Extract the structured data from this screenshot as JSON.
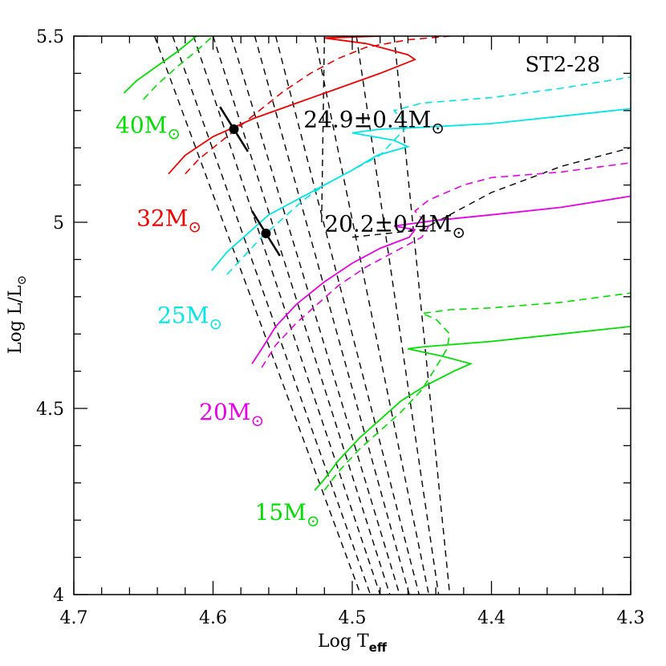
{
  "chart_data": {
    "type": "line",
    "title": "ST2-28",
    "xlabel": "Log T",
    "xlabel_sub": "eff",
    "ylabel": "Log L/L",
    "ylabel_sub": "⊙",
    "xlim": [
      4.7,
      4.3
    ],
    "ylim": [
      4.0,
      5.5
    ],
    "x_ticks": [
      "4.7",
      "4.6",
      "4.5",
      "4.4",
      "4.3"
    ],
    "y_ticks": [
      "4",
      "4.5",
      "5",
      "5.5"
    ],
    "x_tick_values": [
      4.7,
      4.6,
      4.5,
      4.4,
      4.3
    ],
    "y_tick_values": [
      4.0,
      4.5,
      5.0,
      5.5
    ],
    "grid": false,
    "series": [
      {
        "name": "40M⊙",
        "color": "#00dd00",
        "label_text": "40M",
        "label_sym": "⊙",
        "solid": [
          [
            4.664,
            5.347
          ],
          [
            4.655,
            5.38
          ],
          [
            4.64,
            5.42
          ],
          [
            4.625,
            5.46
          ],
          [
            4.612,
            5.5
          ]
        ],
        "dashed": [
          [
            4.65,
            5.33
          ],
          [
            4.64,
            5.37
          ],
          [
            4.625,
            5.42
          ],
          [
            4.612,
            5.46
          ],
          [
            4.6,
            5.5
          ]
        ]
      },
      {
        "name": "32M⊙",
        "color": "#ee0000",
        "label_text": "32M",
        "label_sym": "⊙",
        "solid": [
          [
            4.632,
            5.13
          ],
          [
            4.62,
            5.18
          ],
          [
            4.6,
            5.23
          ],
          [
            4.57,
            5.28
          ],
          [
            4.54,
            5.32
          ],
          [
            4.51,
            5.36
          ],
          [
            4.48,
            5.4
          ],
          [
            4.455,
            5.437
          ],
          [
            4.46,
            5.45
          ],
          [
            4.49,
            5.48
          ],
          [
            4.52,
            5.495
          ],
          [
            4.48,
            5.5
          ]
        ],
        "dashed": [
          [
            4.62,
            5.13
          ],
          [
            4.61,
            5.17
          ],
          [
            4.59,
            5.23
          ],
          [
            4.57,
            5.29
          ],
          [
            4.55,
            5.35
          ],
          [
            4.53,
            5.4
          ],
          [
            4.51,
            5.44
          ],
          [
            4.49,
            5.47
          ],
          [
            4.46,
            5.49
          ],
          [
            4.43,
            5.5
          ]
        ]
      },
      {
        "name": "25M⊙",
        "color": "#00e5e5",
        "label_text": "25M",
        "label_sym": "⊙",
        "solid": [
          [
            4.601,
            4.87
          ],
          [
            4.59,
            4.92
          ],
          [
            4.575,
            4.97
          ],
          [
            4.56,
            5.02
          ],
          [
            4.54,
            5.06
          ],
          [
            4.52,
            5.1
          ],
          [
            4.5,
            5.14
          ],
          [
            4.482,
            5.18
          ],
          [
            4.46,
            5.203
          ],
          [
            4.47,
            5.22
          ],
          [
            4.5,
            5.24
          ],
          [
            4.48,
            5.25
          ],
          [
            4.45,
            5.255
          ],
          [
            4.4,
            5.265
          ],
          [
            4.35,
            5.285
          ],
          [
            4.3,
            5.305
          ]
        ],
        "dashed": [
          [
            4.59,
            4.86
          ],
          [
            4.58,
            4.9
          ],
          [
            4.565,
            4.96
          ],
          [
            4.55,
            5.01
          ],
          [
            4.535,
            5.06
          ],
          [
            4.52,
            5.1
          ],
          [
            4.5,
            5.14
          ],
          [
            4.48,
            5.18
          ],
          [
            4.47,
            5.22
          ],
          [
            4.46,
            5.26
          ],
          [
            4.47,
            5.3
          ],
          [
            4.45,
            5.32
          ],
          [
            4.4,
            5.335
          ],
          [
            4.35,
            5.36
          ],
          [
            4.3,
            5.39
          ]
        ]
      },
      {
        "name": "20M⊙",
        "color": "#e600e6",
        "label_text": "20M",
        "label_sym": "⊙",
        "solid": [
          [
            4.572,
            4.62
          ],
          [
            4.565,
            4.66
          ],
          [
            4.555,
            4.72
          ],
          [
            4.54,
            4.78
          ],
          [
            4.52,
            4.84
          ],
          [
            4.5,
            4.89
          ],
          [
            4.48,
            4.93
          ],
          [
            4.459,
            4.96
          ],
          [
            4.455,
            4.98
          ],
          [
            4.47,
            4.99
          ],
          [
            4.44,
            5.005
          ],
          [
            4.4,
            5.02
          ],
          [
            4.35,
            5.04
          ],
          [
            4.3,
            5.07
          ]
        ],
        "dashed": [
          [
            4.565,
            4.61
          ],
          [
            4.555,
            4.67
          ],
          [
            4.54,
            4.73
          ],
          [
            4.525,
            4.78
          ],
          [
            4.51,
            4.83
          ],
          [
            4.49,
            4.88
          ],
          [
            4.47,
            4.92
          ],
          [
            4.45,
            4.96
          ],
          [
            4.445,
            4.99
          ],
          [
            4.455,
            5.03
          ],
          [
            4.445,
            5.06
          ],
          [
            4.42,
            5.1
          ],
          [
            4.4,
            5.12
          ],
          [
            4.35,
            5.135
          ],
          [
            4.3,
            5.16
          ]
        ]
      },
      {
        "name": "15M⊙",
        "color": "#00dd00",
        "label_text": "15M",
        "label_sym": "⊙",
        "solid": [
          [
            4.527,
            4.28
          ],
          [
            4.52,
            4.31
          ],
          [
            4.51,
            4.36
          ],
          [
            4.495,
            4.42
          ],
          [
            4.48,
            4.47
          ],
          [
            4.465,
            4.52
          ],
          [
            4.448,
            4.56
          ],
          [
            4.427,
            4.6
          ],
          [
            4.415,
            4.62
          ],
          [
            4.435,
            4.64
          ],
          [
            4.46,
            4.66
          ],
          [
            4.45,
            4.665
          ],
          [
            4.4,
            4.68
          ],
          [
            4.35,
            4.7
          ],
          [
            4.3,
            4.72
          ]
        ],
        "dashed": [
          [
            4.52,
            4.28
          ],
          [
            4.51,
            4.33
          ],
          [
            4.495,
            4.39
          ],
          [
            4.48,
            4.44
          ],
          [
            4.465,
            4.49
          ],
          [
            4.45,
            4.55
          ],
          [
            4.44,
            4.61
          ],
          [
            4.432,
            4.66
          ],
          [
            4.43,
            4.7
          ],
          [
            4.44,
            4.74
          ],
          [
            4.45,
            4.755
          ],
          [
            4.43,
            4.765
          ],
          [
            4.4,
            4.77
          ],
          [
            4.35,
            4.785
          ],
          [
            4.3,
            4.81
          ]
        ]
      }
    ],
    "isochrones": [
      [
        [
          4.642,
          5.5
        ],
        [
          4.494,
          4.0
        ]
      ],
      [
        [
          4.629,
          5.5
        ],
        [
          4.487,
          4.0
        ]
      ],
      [
        [
          4.614,
          5.5
        ],
        [
          4.48,
          4.0
        ]
      ],
      [
        [
          4.6,
          5.5
        ],
        [
          4.473,
          4.0
        ]
      ],
      [
        [
          4.587,
          5.5
        ],
        [
          4.466,
          4.0
        ]
      ],
      [
        [
          4.57,
          5.5
        ],
        [
          4.459,
          4.0
        ]
      ],
      [
        [
          4.555,
          5.5
        ],
        [
          4.452,
          4.0
        ]
      ],
      [
        [
          4.527,
          5.5
        ],
        [
          4.445,
          4.0
        ]
      ],
      [
        [
          4.497,
          5.5
        ],
        [
          4.438,
          4.0
        ]
      ],
      [
        [
          4.47,
          5.5
        ],
        [
          4.43,
          4.0
        ]
      ],
      [
        [
          4.5,
          4.96
        ],
        [
          4.45,
          4.98
        ],
        [
          4.4,
          5.08
        ],
        [
          4.35,
          5.15
        ],
        [
          4.3,
          5.2
        ]
      ],
      [
        [
          4.52,
          5.5
        ],
        [
          4.522,
          5.0
        ]
      ]
    ],
    "measurements": [
      {
        "label": "24.9±0.4M⊙",
        "label_text": "24.9±0.4M",
        "label_sym": "⊙",
        "x": 4.585,
        "y": 5.25,
        "err": [
          [
            4.595,
            5.31
          ],
          [
            4.575,
            5.19
          ]
        ],
        "label_at": [
          4.535,
          5.255
        ]
      },
      {
        "label": "20.2±0.4M⊙",
        "label_text": "20.2±0.4M",
        "label_sym": "⊙",
        "x": 4.562,
        "y": 4.97,
        "err": [
          [
            4.572,
            5.03
          ],
          [
            4.552,
            4.91
          ]
        ],
        "label_at": [
          4.52,
          4.975
        ]
      }
    ],
    "label_positions": {
      "40M⊙": [
        4.67,
        5.24
      ],
      "32M⊙": [
        4.655,
        4.99
      ],
      "25M⊙": [
        4.64,
        4.73
      ],
      "20M⊙": [
        4.61,
        4.47
      ],
      "15M⊙": [
        4.57,
        4.2
      ]
    }
  }
}
